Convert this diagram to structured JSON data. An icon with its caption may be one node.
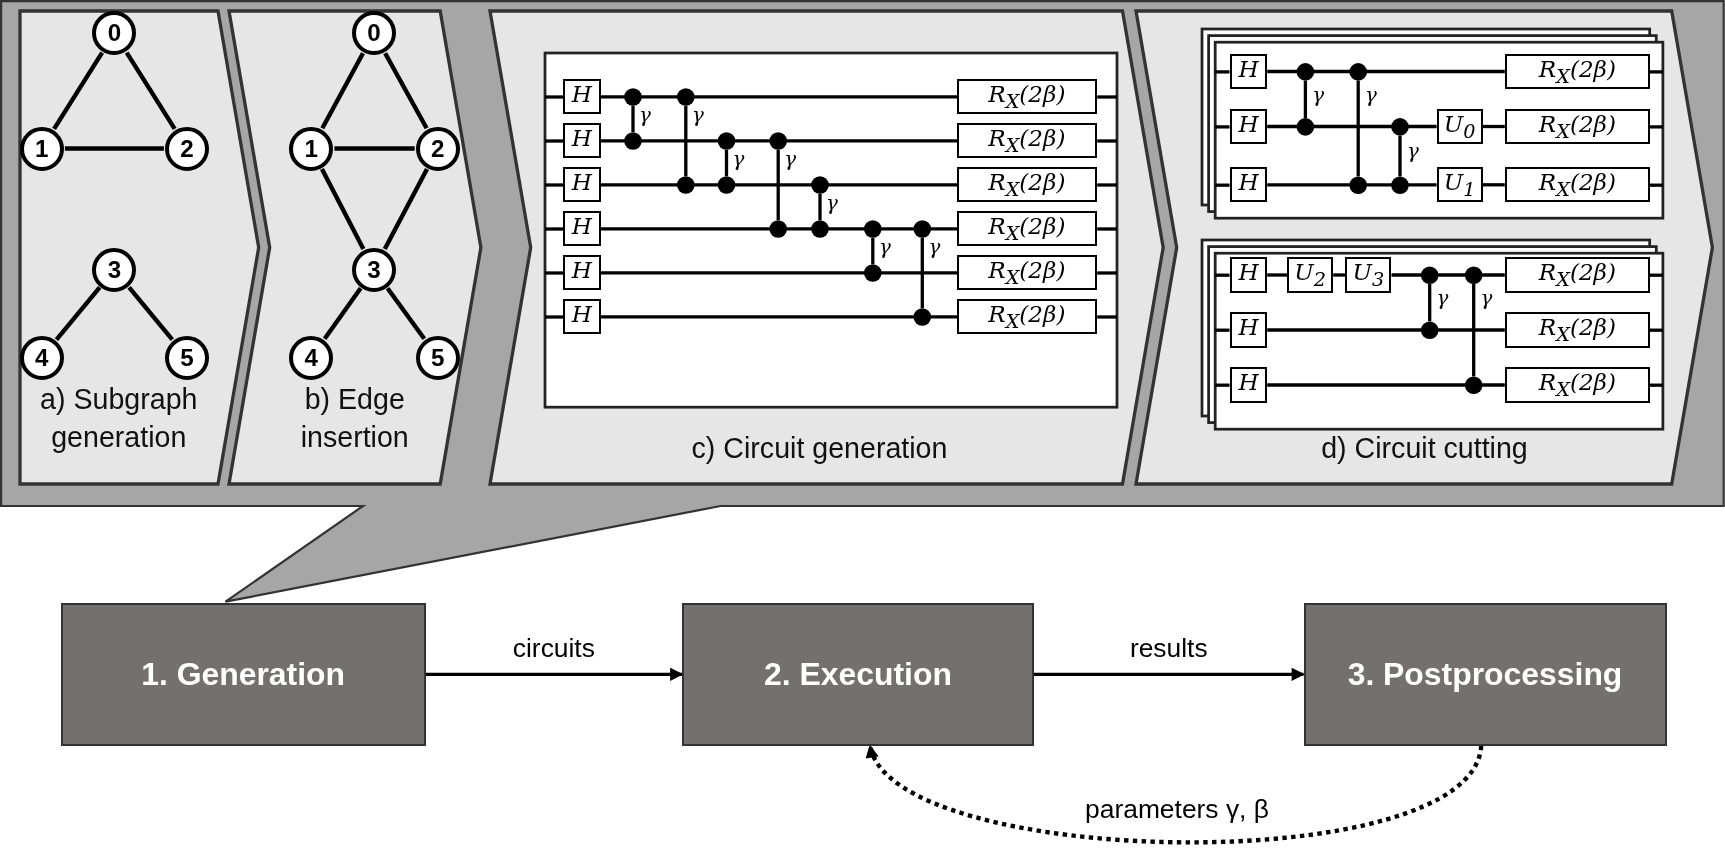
{
  "diagram": {
    "nodes": [
      {
        "text": [],
        "shape": "callout"
      },
      {
        "text": [
          "a) Subgraph generation"
        ],
        "in": 0
      },
      {
        "text": [
          "0"
        ],
        "in": 1
      },
      {
        "text": [
          "1"
        ],
        "in": 1
      },
      {
        "text": [
          "2"
        ],
        "in": 1
      },
      {
        "text": [
          "3"
        ],
        "in": 1
      },
      {
        "text": [
          "4"
        ],
        "in": 1
      },
      {
        "text": [
          "5"
        ],
        "in": 1
      },
      {
        "text": [
          "b) Edge insertion"
        ],
        "in": 0
      },
      {
        "text": [
          "0"
        ],
        "in": 8
      },
      {
        "text": [
          "1"
        ],
        "in": 8
      },
      {
        "text": [
          "2"
        ],
        "in": 8
      },
      {
        "text": [
          "3"
        ],
        "in": 8
      },
      {
        "text": [
          "4"
        ],
        "in": 8
      },
      {
        "text": [
          "5"
        ],
        "in": 8
      },
      {
        "text": [
          "c) Circuit generation"
        ],
        "in": 0
      },
      {
        "text": [],
        "shape": "box",
        "in": 15
      },
      {
        "text": [
          "H"
        ],
        "in": 16
      },
      {
        "text": [
          "H"
        ],
        "in": 16
      },
      {
        "text": [
          "H"
        ],
        "in": 16
      },
      {
        "text": [
          "H"
        ],
        "in": 16
      },
      {
        "text": [
          "H"
        ],
        "in": 16
      },
      {
        "text": [
          "H"
        ],
        "in": 16
      },
      {
        "text": [
          "R$_{X}$(2β)"
        ],
        "in": 16
      },
      {
        "text": [
          "R$_{X}$(2β)"
        ],
        "in": 16
      },
      {
        "text": [
          "R$_{X}$(2β)"
        ],
        "in": 16
      },
      {
        "text": [
          "R$_{X}$(2β)"
        ],
        "in": 16
      },
      {
        "text": [
          "R$_{X}$(2β)"
        ],
        "in": 16
      },
      {
        "text": [
          "R$_{X}$(2β)"
        ],
        "in": 16
      },
      {
        "text": [
          "d) Circuit cutting"
        ],
        "in": 0
      },
      {
        "text": [],
        "shape": "box",
        "in": 29
      },
      {
        "text": [
          "H"
        ],
        "in": 30
      },
      {
        "text": [
          "H"
        ],
        "in": 30
      },
      {
        "text": [
          "H"
        ],
        "in": 30
      },
      {
        "text": [
          "U$_{0}$"
        ],
        "in": 30
      },
      {
        "text": [
          "U$_{1}$"
        ],
        "in": 30
      },
      {
        "text": [
          "R$_{X}$(2β)"
        ],
        "in": 30
      },
      {
        "text": [
          "R$_{X}$(2β)"
        ],
        "in": 30
      },
      {
        "text": [
          "R$_{X}$(2β)"
        ],
        "in": 30
      },
      {
        "text": [],
        "shape": "box",
        "in": 29
      },
      {
        "text": [
          "H"
        ],
        "in": 39
      },
      {
        "text": [
          "H"
        ],
        "in": 39
      },
      {
        "text": [
          "H"
        ],
        "in": 39
      },
      {
        "text": [
          "U$_{2}$"
        ],
        "in": 39
      },
      {
        "text": [
          "U$_{3}$"
        ],
        "in": 39
      },
      {
        "text": [
          "R$_{X}$(2β)"
        ],
        "in": 39
      },
      {
        "text": [
          "R$_{X}$(2β)"
        ],
        "in": 39
      },
      {
        "text": [
          "R$_{X}$(2β)"
        ],
        "in": 39
      },
      {
        "text": [
          "1. Generation"
        ]
      },
      {
        "text": [
          "2. Execution"
        ]
      },
      {
        "text": [
          "3. Postprocessing"
        ]
      }
    ],
    "edges": [
      {
        "from": 2,
        "to": 3,
        "arrow": "none"
      },
      {
        "from": 2,
        "to": 4,
        "arrow": "none"
      },
      {
        "from": 3,
        "to": 4,
        "arrow": "none"
      },
      {
        "from": 5,
        "to": 6,
        "arrow": "none"
      },
      {
        "from": 5,
        "to": 7,
        "arrow": "none"
      },
      {
        "from": 9,
        "to": 10,
        "arrow": "none"
      },
      {
        "from": 9,
        "to": 11,
        "arrow": "none"
      },
      {
        "from": 10,
        "to": 11,
        "arrow": "none"
      },
      {
        "from": 10,
        "to": 12,
        "arrow": "none"
      },
      {
        "from": 11,
        "to": 12,
        "arrow": "none"
      },
      {
        "from": 12,
        "to": 13,
        "arrow": "none"
      },
      {
        "from": 12,
        "to": 14,
        "arrow": "none"
      },
      {
        "from": 17,
        "to": 23,
        "arrow": "none"
      },
      {
        "from": 18,
        "to": 24,
        "arrow": "none"
      },
      {
        "from": 19,
        "to": 25,
        "arrow": "none"
      },
      {
        "from": 20,
        "to": 26,
        "arrow": "none"
      },
      {
        "from": 21,
        "to": 27,
        "arrow": "none"
      },
      {
        "from": 22,
        "to": 28,
        "arrow": "none"
      },
      {
        "from": 31,
        "to": 36,
        "arrow": "none"
      },
      {
        "from": 32,
        "to": 34,
        "arrow": "none"
      },
      {
        "from": 34,
        "to": 37,
        "arrow": "none"
      },
      {
        "from": 33,
        "to": 35,
        "arrow": "none"
      },
      {
        "from": 35,
        "to": 38,
        "arrow": "none"
      },
      {
        "from": 40,
        "to": 43,
        "arrow": "none"
      },
      {
        "from": 43,
        "to": 44,
        "arrow": "none"
      },
      {
        "from": 44,
        "to": 45,
        "arrow": "none"
      },
      {
        "from": 41,
        "to": 46,
        "arrow": "none"
      },
      {
        "from": 42,
        "to": 47,
        "arrow": "none"
      },
      {
        "from": 48,
        "to": 49,
        "arrow": "to",
        "label": "circuits"
      },
      {
        "from": 49,
        "to": 50,
        "arrow": "to",
        "label": "results"
      },
      {
        "from": 50,
        "to": 49,
        "arrow": "to",
        "label": "parameters γ, β",
        "style": "dashed"
      }
    ],
    "labels": [
      "γ",
      "γ",
      "γ",
      "γ",
      "γ",
      "γ",
      "γ",
      "γ",
      "γ",
      "γ",
      "γ",
      "γ"
    ]
  }
}
